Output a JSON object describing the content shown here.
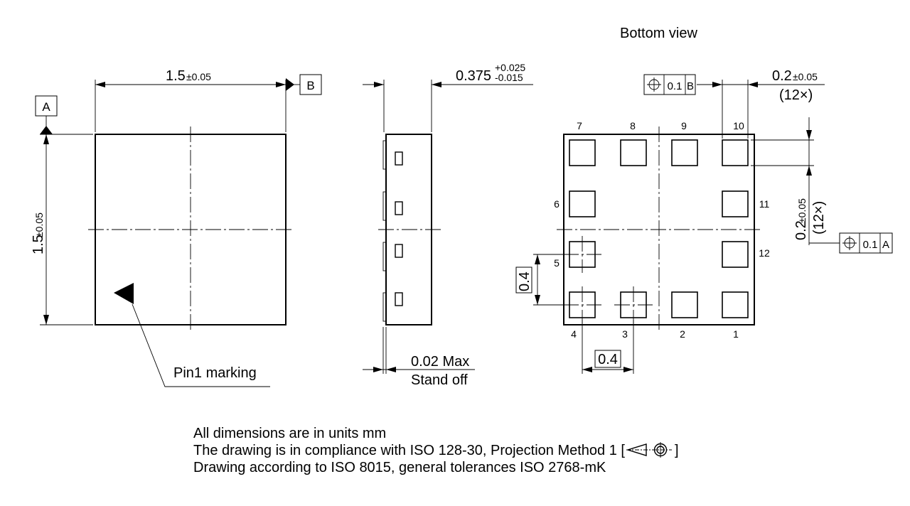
{
  "bottom_view_title": "Bottom view",
  "top_view": {
    "width_dim": "1.5",
    "width_tol": "±0.05",
    "height_dim": "1.5",
    "height_tol": "±0.05",
    "datum_a": "A",
    "datum_b": "B",
    "pin1_label": "Pin1 marking"
  },
  "side_view": {
    "thickness": "0.375",
    "tol_plus": "+0.025",
    "tol_minus": "-0.015",
    "standoff_value": "0.02 Max",
    "standoff_label": "Stand off"
  },
  "bottom_view": {
    "pad_width": "0.2",
    "pad_width_tol": "±0.05",
    "pad_count": "(12×)",
    "pad_height": "0.2",
    "pad_height_tol": "±0.05",
    "pad_height_count": "(12×)",
    "fcf_b_tol": "0.1",
    "fcf_b_datum": "B",
    "fcf_a_tol": "0.1",
    "fcf_a_datum": "A",
    "pitch_v": "0.4",
    "pitch_h": "0.4",
    "pins": [
      "1",
      "2",
      "3",
      "4",
      "5",
      "6",
      "7",
      "8",
      "9",
      "10",
      "11",
      "12"
    ]
  },
  "notes": [
    "All dimensions are in units mm",
    "The drawing is in compliance with ISO 128-30, Projection Method 1 [",
    "]",
    "Drawing according to ISO 8015, general tolerances ISO 2768-mK"
  ]
}
